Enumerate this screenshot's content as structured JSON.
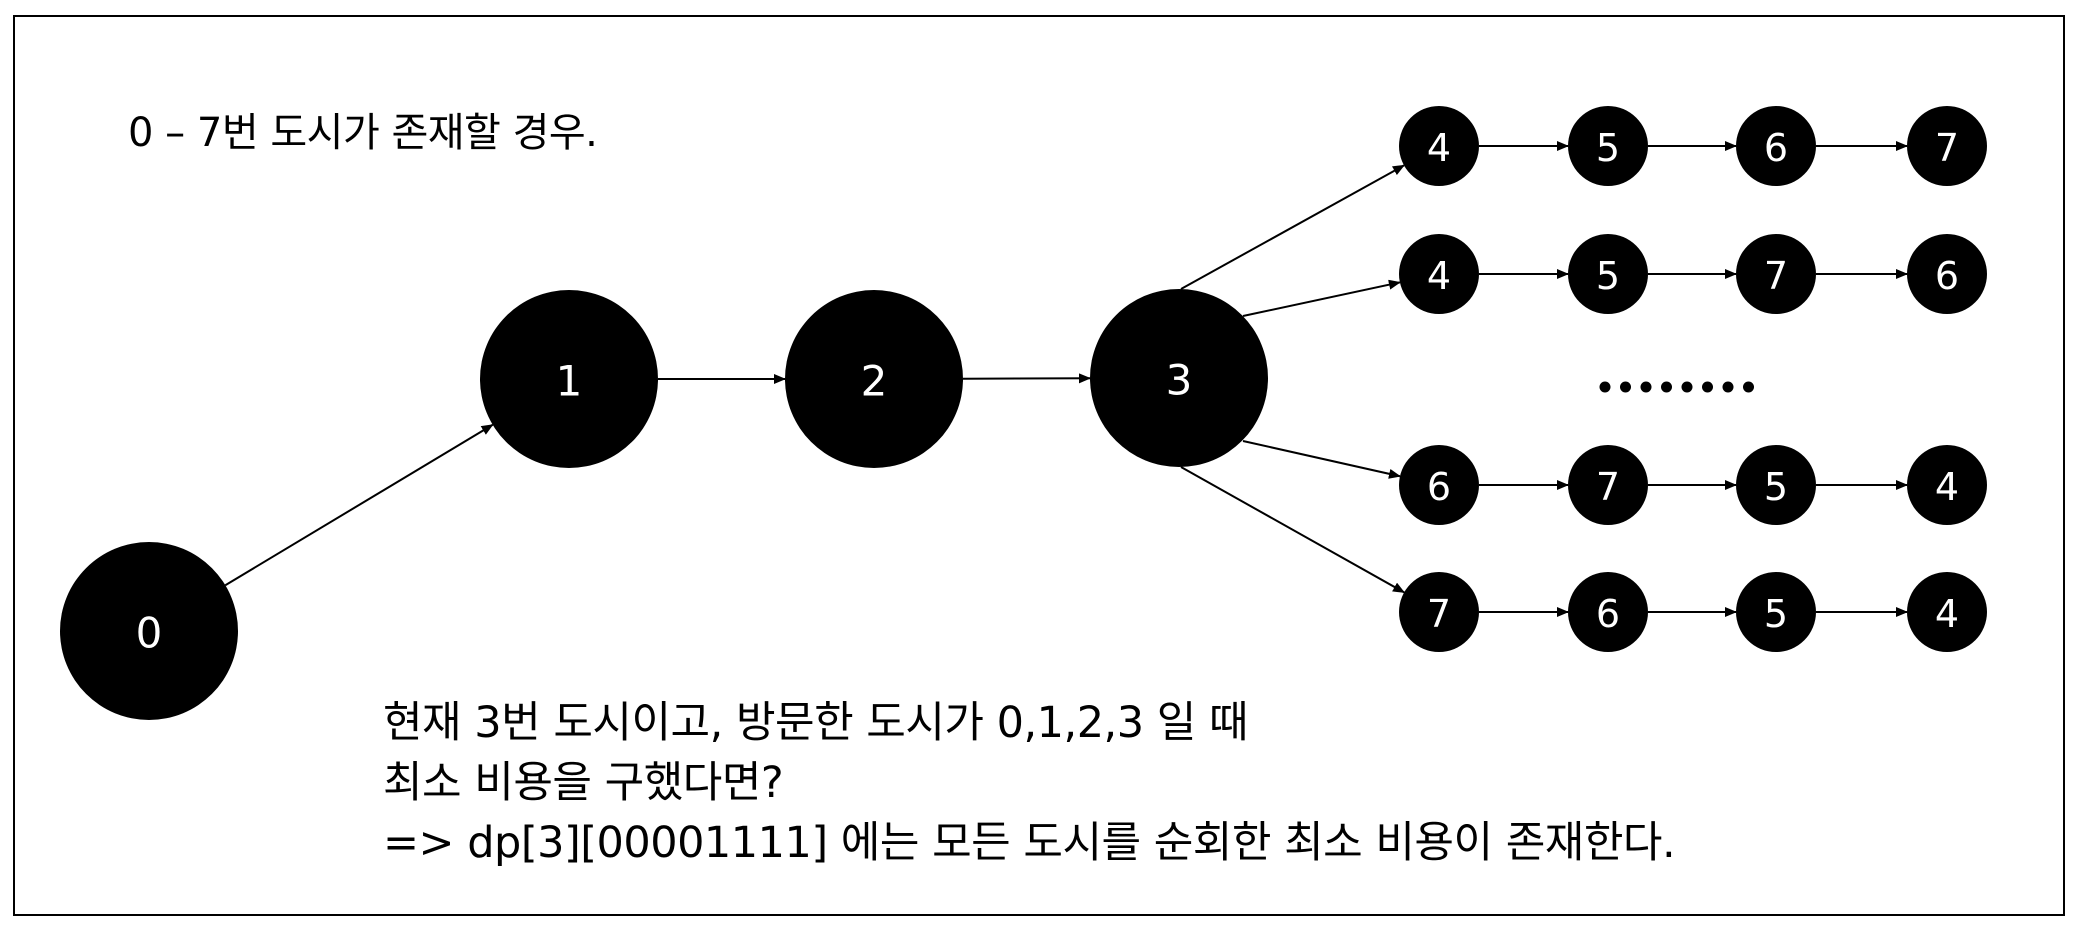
{
  "title": "0 – 7번 도시가 존재할 경우.",
  "path_nodes": [
    "0",
    "1",
    "2",
    "3"
  ],
  "branches": [
    [
      "4",
      "5",
      "6",
      "7"
    ],
    [
      "4",
      "5",
      "7",
      "6"
    ],
    [
      "6",
      "7",
      "5",
      "4"
    ],
    [
      "7",
      "6",
      "5",
      "4"
    ]
  ],
  "ellipsis": "........",
  "note_lines": [
    "현재 3번 도시이고, 방문한 도시가 0,1,2,3 일 때",
    "최소 비용을 구했다면?",
    "=> dp[3][00001111] 에는 모든 도시를 순회한 최소 비용이 존재한다."
  ],
  "colors": {
    "node_fill": "#000000",
    "node_text": "#ffffff",
    "edge": "#000000",
    "frame": "#000000"
  }
}
